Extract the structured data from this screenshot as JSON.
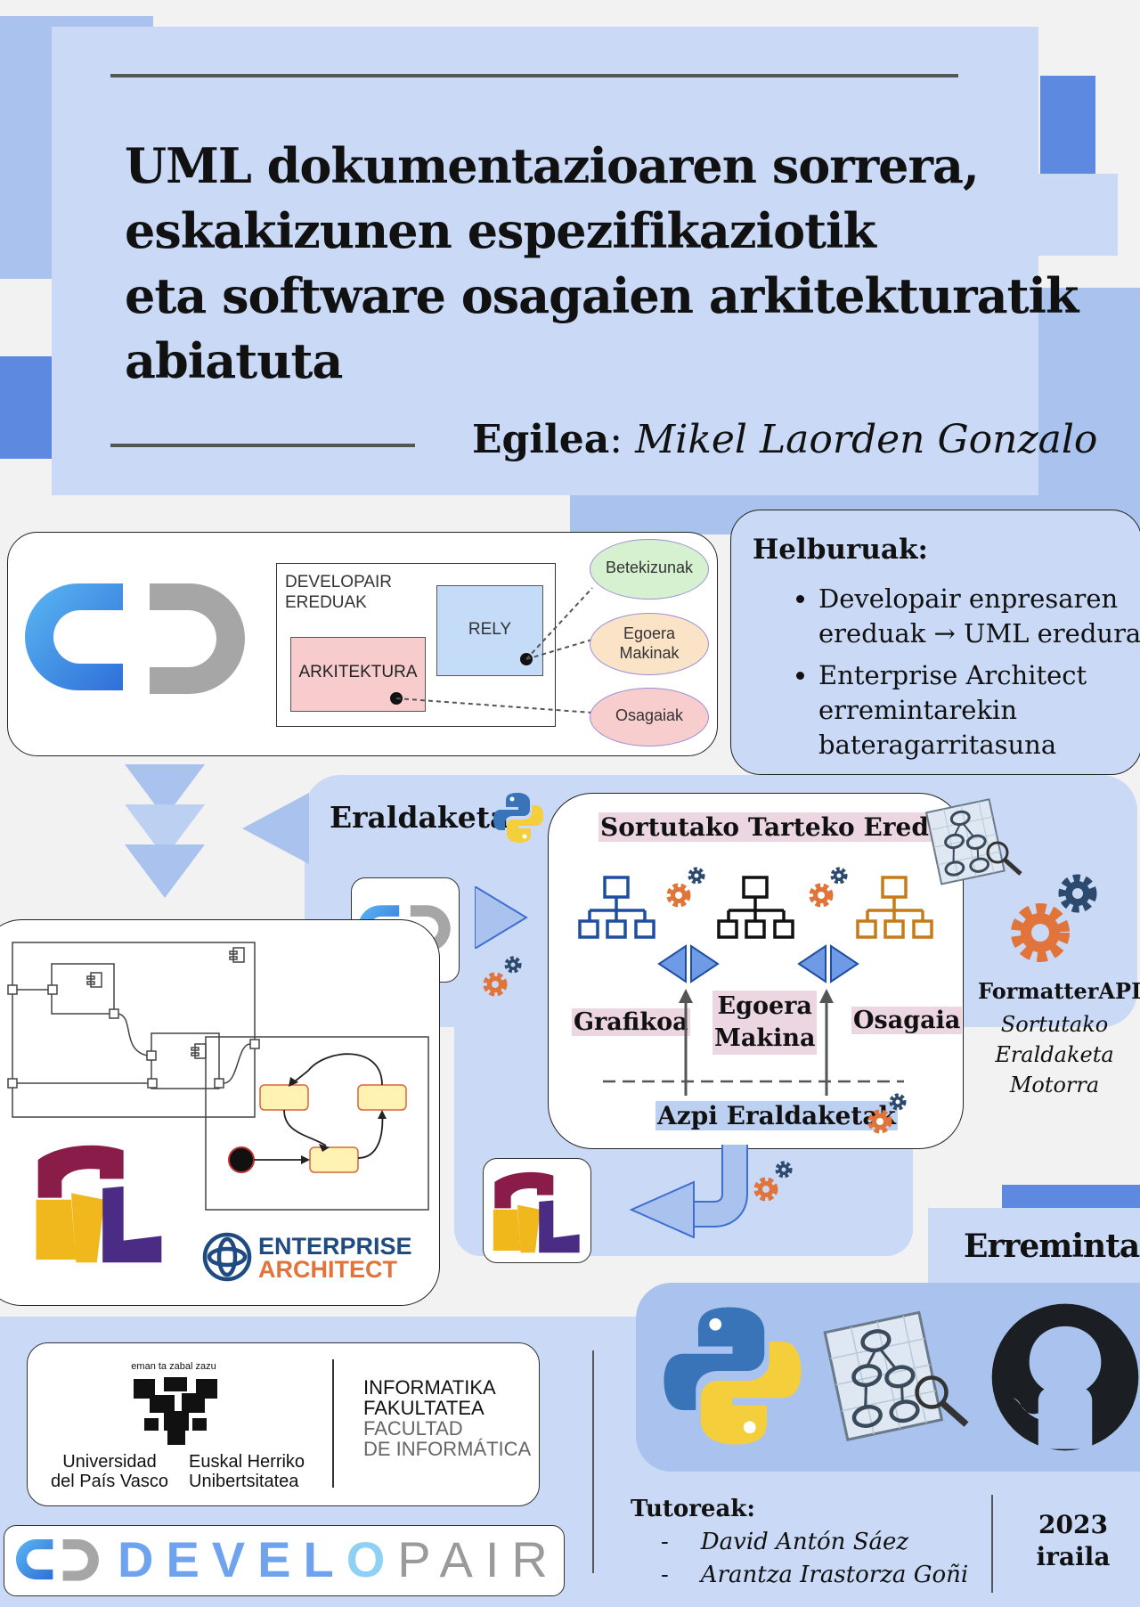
{
  "header": {
    "title_lines": [
      "UML dokumentazioaren sorrera,",
      "eskakizunen espezifikaziotik",
      "eta software osagaien arkitekturatik",
      "abiatuta"
    ],
    "author_label": "Egilea",
    "author_sep": ":",
    "author_name": "Mikel Laorden Gonzalo"
  },
  "diagram": {
    "box_title_1": "DEVELOPAIR",
    "box_title_2": "EREDUAK",
    "rely": "RELY",
    "arkitektura": "ARKITEKTURA",
    "betekizunak": "Betekizunak",
    "egoera_makinak_1": "Egoera",
    "egoera_makinak_2": "Makinak",
    "osagaiak": "Osagaiak"
  },
  "goals": {
    "heading": "Helburuak:",
    "items": [
      {
        "line1": "Developair enpresaren",
        "line2": "ereduak → UML eredura",
        "line3": ""
      },
      {
        "line1": "Enterprise Architect",
        "line2": "erremintarekin",
        "line3": "bateragarritasuna"
      }
    ]
  },
  "transform": {
    "eraldaketa": "Eraldaketa",
    "models_title": "Sortutako Tarteko Ereduak",
    "grafikoa": "Grafikoa",
    "egoera_1": "Egoera",
    "egoera_2": "Makina",
    "osagaia": "Osagaia",
    "azpi": "Azpi Eraldaketak"
  },
  "formatter": {
    "name": "FormatterAPI",
    "line1": "Sortutako",
    "line2": "Eraldaketa",
    "line3": "Motorra"
  },
  "enterprise_architect": {
    "line1": "ENTERPRISE",
    "line2": "ARCHITECT"
  },
  "tools": {
    "heading": "Erremintak"
  },
  "university": {
    "motto": "eman ta zabal zazu",
    "es_1": "Universidad",
    "es_2": "del País Vasco",
    "eu_1": "Euskal Herriko",
    "eu_2": "Unibertsitatea",
    "fac_eu_1": "INFORMATIKA",
    "fac_eu_2": "FAKULTATEA",
    "fac_es_1": "FACULTAD",
    "fac_es_2": "DE INFORMÁTICA"
  },
  "developair": {
    "wordmark_a": "DEVEL",
    "wordmark_o": "O",
    "wordmark_b": "PAIR"
  },
  "tutors": {
    "heading": "Tutoreak:",
    "dash": "-",
    "names": [
      "David Antón Sáez",
      "Arantza Irastorza Goñi"
    ]
  },
  "date": {
    "year": "2023",
    "month": "iraila"
  },
  "colors": {
    "panel": "#c9d9f6",
    "accent": "#5d8ae0",
    "gear_orange": "#e0743a",
    "gear_blue": "#2c4a6e",
    "uml_red": "#8a1c4a",
    "uml_yellow": "#f0b81c",
    "uml_purple": "#4b2c84"
  },
  "icons": [
    "python-icon",
    "gear-icon",
    "graphviz-icon",
    "github-icon",
    "uml-icon",
    "org-chart-icon",
    "developair-logo-icon",
    "upv-logo-icon",
    "enterprise-architect-icon"
  ]
}
